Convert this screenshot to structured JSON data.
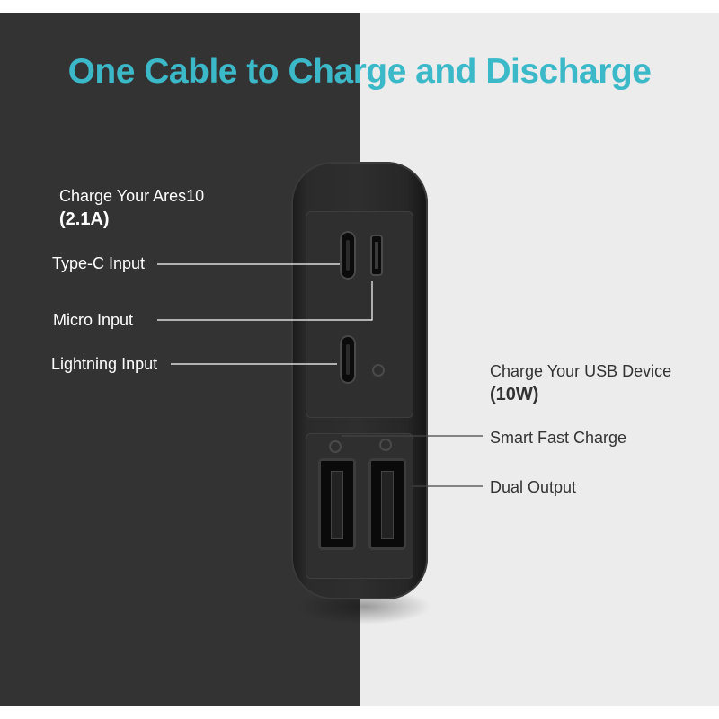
{
  "headline": "One Cable to Charge and Discharge",
  "left": {
    "charge_ares": "Charge Your Ares10",
    "charge_ares_value": "(2.1A)",
    "type_c": "Type-C Input",
    "micro": "Micro Input",
    "lightning": "Lightning Input"
  },
  "right": {
    "charge_usb": "Charge Your USB Device",
    "charge_usb_value": "(10W)",
    "smart_fast": "Smart Fast Charge",
    "dual_output": "Dual Output"
  },
  "colors": {
    "headline": "#3cb9c9",
    "left_bg": "#333333",
    "right_bg": "#ececec"
  }
}
